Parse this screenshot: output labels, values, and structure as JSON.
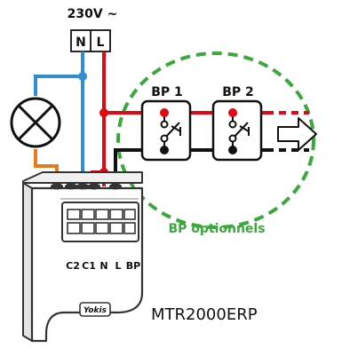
{
  "supply": {
    "label": "230V ~",
    "neutral": "N",
    "live": "L"
  },
  "buttons": [
    {
      "label": "BP 1"
    },
    {
      "label": "BP 2"
    }
  ],
  "optional_caption": "BP optionnels",
  "terminals": [
    "C2",
    "C1",
    "N",
    "L",
    "BP"
  ],
  "brand": "Yokis",
  "model": "MTR2000ERP",
  "colors": {
    "live": "#e30613",
    "neutral": "#2f8fd0",
    "lamp": "#e67a1e",
    "pushbutton": "#111111",
    "dashed_group": "#3aa83a",
    "device": "#333333"
  },
  "icons": [
    "lamp-icon",
    "arrow-right-icon"
  ]
}
